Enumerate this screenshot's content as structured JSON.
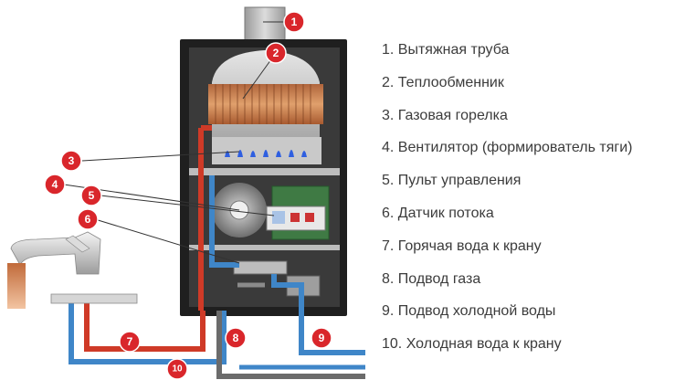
{
  "diagram": {
    "colors": {
      "callout_red": "#d9262b",
      "hot_pipe": "#cf3a27",
      "cold_pipe": "#3f86c8",
      "gas_pipe": "#6b6b6b",
      "housing": "#2b2b2b",
      "flame": "#2f5fe0"
    }
  },
  "callouts": [
    {
      "label": "1"
    },
    {
      "label": "2"
    },
    {
      "label": "3"
    },
    {
      "label": "4"
    },
    {
      "label": "5"
    },
    {
      "label": "6"
    },
    {
      "label": "7"
    },
    {
      "label": "8"
    },
    {
      "label": "9"
    },
    {
      "label": "10"
    }
  ],
  "legend": [
    {
      "text": "1. Вытяжная труба"
    },
    {
      "text": "2. Теплообменник"
    },
    {
      "text": "3. Газовая горелка"
    },
    {
      "text": "4. Вентилятор (формирователь тяги)"
    },
    {
      "text": "5. Пульт управления"
    },
    {
      "text": "6. Датчик потока"
    },
    {
      "text": "7. Горячая вода к крану"
    },
    {
      "text": "8. Подвод газа"
    },
    {
      "text": "9. Подвод холодной воды"
    },
    {
      "text": "10. Холодная вода к крану"
    }
  ]
}
